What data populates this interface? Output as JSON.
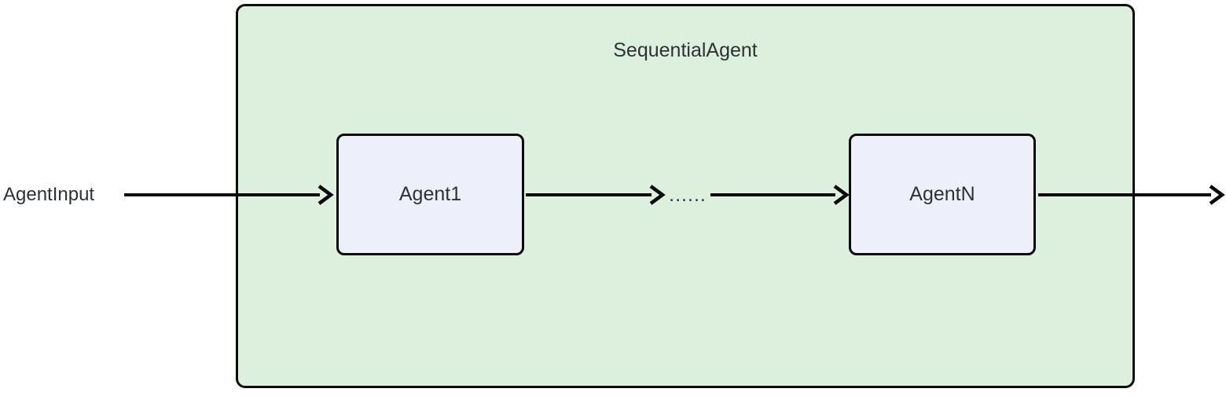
{
  "diagram": {
    "type": "flowchart-lr",
    "container_label": "SequentialAgent",
    "input_label": "AgentInput",
    "ellipsis_label": "......",
    "nodes": [
      {
        "id": "agent1",
        "label": "Agent1"
      },
      {
        "id": "agentN",
        "label": "AgentN"
      }
    ],
    "edges": [
      {
        "from": "AgentInput",
        "to": "Agent1"
      },
      {
        "from": "Agent1",
        "to": "......"
      },
      {
        "from": "......",
        "to": "AgentN"
      },
      {
        "from": "AgentN",
        "to": "output"
      }
    ],
    "colors": {
      "container_fill": "#dcf0dd",
      "container_border": "#0b0b0b",
      "node_fill": "#edf0fa",
      "node_border": "#0b0b0b",
      "edge_color": "#0b0b0b",
      "text_color": "#2c3236",
      "canvas_bg": "#ffffff"
    }
  }
}
